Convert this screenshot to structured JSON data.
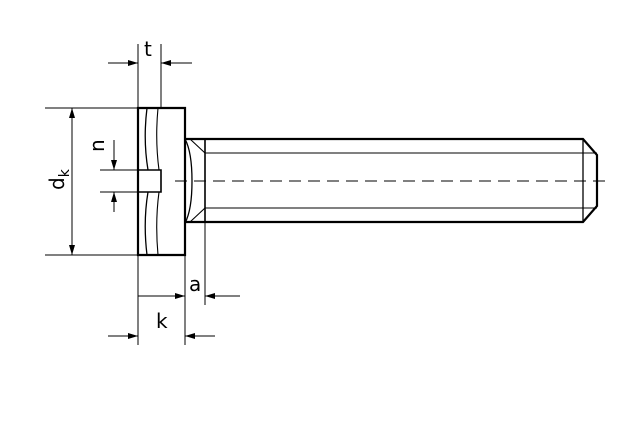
{
  "labels": {
    "t": "t",
    "n": "n",
    "d": "d",
    "d_sub": "k",
    "a": "a",
    "k": "k"
  },
  "colors": {
    "line": "#000000",
    "background": "#ffffff"
  }
}
